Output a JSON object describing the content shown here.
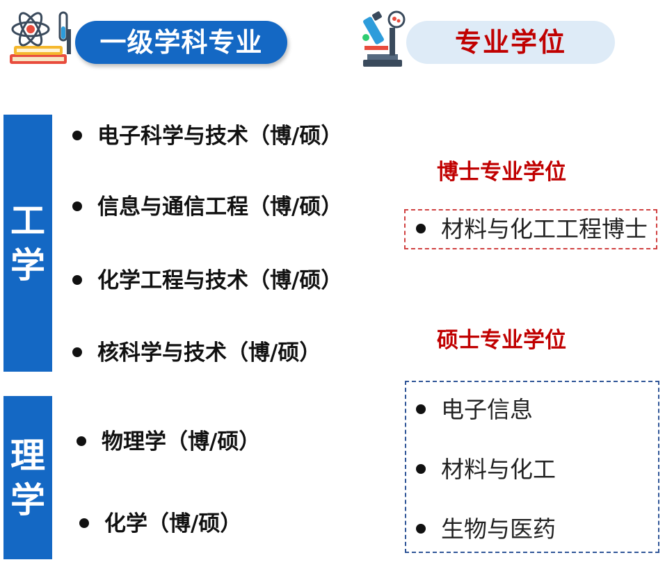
{
  "header": {
    "left_title": "一级学科专业",
    "right_title": "专业学位"
  },
  "categories": {
    "engineering": {
      "label_line1": "工",
      "label_line2": "学"
    },
    "science": {
      "label_line1": "理",
      "label_line2": "学"
    }
  },
  "engineering_items": [
    "电子科学与技术（博/硕）",
    "信息与通信工程（博/硕）",
    "化学工程与技术（博/硕）",
    "核科学与技术（博/硕）"
  ],
  "science_items": [
    "物理学（博/硕）",
    "化学（博/硕）"
  ],
  "doctoral": {
    "heading": "博士专业学位",
    "items": [
      "材料与化工工程博士"
    ]
  },
  "master": {
    "heading": "硕士专业学位",
    "items": [
      "电子信息",
      "材料与化工",
      "生物与医药"
    ]
  },
  "colors": {
    "primary_blue": "#1468c4",
    "accent_red": "#c00000",
    "light_blue": "#deebf7"
  },
  "icons": {
    "left": "science-books-icon",
    "right": "microscope-icon"
  }
}
